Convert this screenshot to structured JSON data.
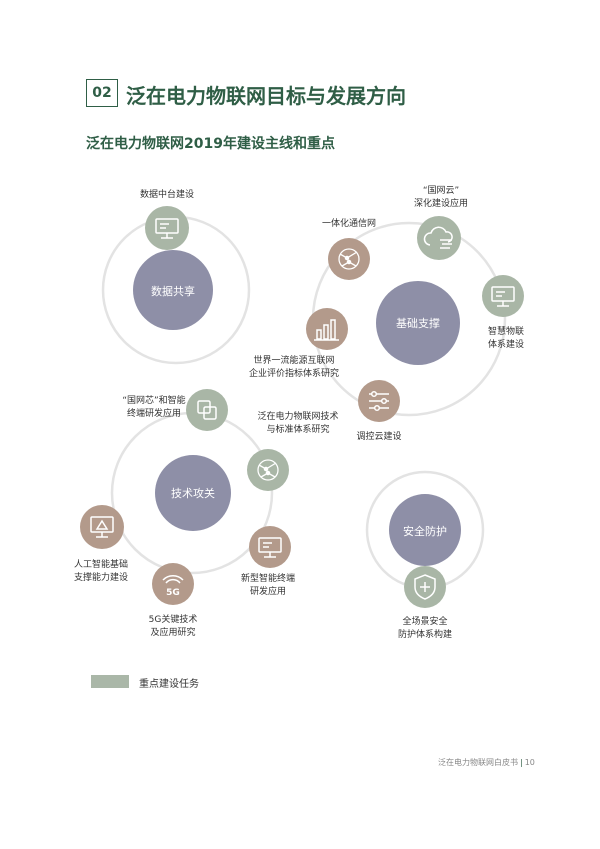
{
  "section": {
    "number": "02",
    "title": "泛在电力物联网目标与发展方向"
  },
  "subtitle": "泛在电力物联网2019年建设主线和重点",
  "hubs": {
    "data_sharing": "数据共享",
    "infrastructure": "基础支撑",
    "tech_breakthrough": "技术攻关",
    "security": "安全防护"
  },
  "tasks": {
    "data_center": "数据中台建设",
    "sgcloud_l1": "“国网云”",
    "sgcloud_l2": "深化建设应用",
    "integrated_net": "一体化通信网",
    "smart_iot_l1": "智慧物联",
    "smart_iot_l2": "体系建设",
    "energy_eval_l1": "世界一流能源互联网",
    "energy_eval_l2": "企业评价指标体系研究",
    "cloud_control": "调控云建设",
    "chip_l1": "“国网芯”和智能",
    "chip_l2": "终端研发应用",
    "iot_std_l1": "泛在电力物联网技术",
    "iot_std_l2": "与标准体系研究",
    "ai_l1": "人工智能基础",
    "ai_l2": "支撑能力建设",
    "fiveg_l1": "5G关键技术",
    "fiveg_l2": "及应用研究",
    "terminal_l1": "新型智能终端",
    "terminal_l2": "研发应用",
    "all_scene_l1": "全场景安全",
    "all_scene_l2": "防护体系构建"
  },
  "icon_text": {
    "fiveg": "5G"
  },
  "legend": {
    "label": "重点建设任务"
  },
  "footer": {
    "doc": "泛在电力物联网白皮书",
    "page": "10"
  },
  "colors": {
    "green_dark": "#2f5e46",
    "hub_purple": "#8e8fa7",
    "node_green": "#a9b6a6",
    "node_brown": "#b39a8b",
    "ring_gray": "#e3e3e3"
  }
}
